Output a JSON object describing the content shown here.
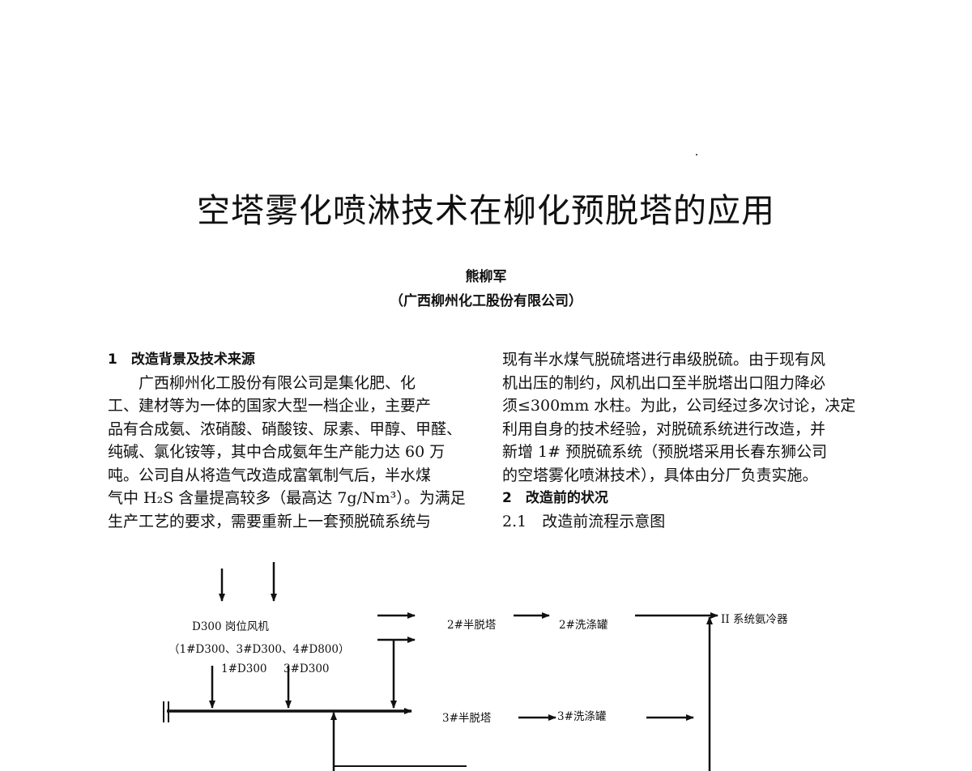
{
  "title": "空塔雾化喷淋技术在柳化预脱塔的应用",
  "author": "熊柳军",
  "affiliation": "（广西柳州化工股份有限公司）",
  "left_column": {
    "heading": "1　改造背景及技术来源",
    "lines": [
      "　　广西柳州化工股份有限公司是集化肥、化",
      "工、建材等为一体的国家大型一档企业，主要产",
      "品有合成氨、浓硝酸、硝酸铵、尿素、甲醇、甲醛、",
      "纯碱、氯化铵等，其中合成氨年生产能力达 60 万",
      "吨。公司自从将造气改造成富氧制气后，半水煤",
      "气中 H₂S 含量提高较多（最高达 7g/Nm³）。为满足",
      "生产工艺的要求，需要重新上一套预脱硫系统与"
    ]
  },
  "right_column": {
    "lines": [
      "现有半水煤气脱硫塔进行串级脱硫。由于现有风",
      "机出压的制约，风机出口至半脱塔出口阻力降必",
      "须≤300mm 水柱。为此，公司经过多次讨论，决定",
      "利用自身的技术经验，对脱硫系统进行改造，并",
      "新增 1# 预脱硫系统（预脱塔采用长春东狮公司",
      "的空塔雾化喷淋技术），具体由分厂负责实施。"
    ],
    "heading2": "2　改造前的状况",
    "subheading": "2.1　改造前流程示意图"
  },
  "diagram": {
    "fan_label": "D300 岗位风机",
    "fan_models": "（1#D300、3#D300、4#D800）",
    "fan_1": "1#D300",
    "fan_3": "3#D300",
    "tower_2": "2#半脱塔",
    "wash_2": "2#洗涤罐",
    "cooler": "II 系统氨冷器",
    "tower_3": "3#半脱塔",
    "wash_3": "3#洗涤罐"
  }
}
